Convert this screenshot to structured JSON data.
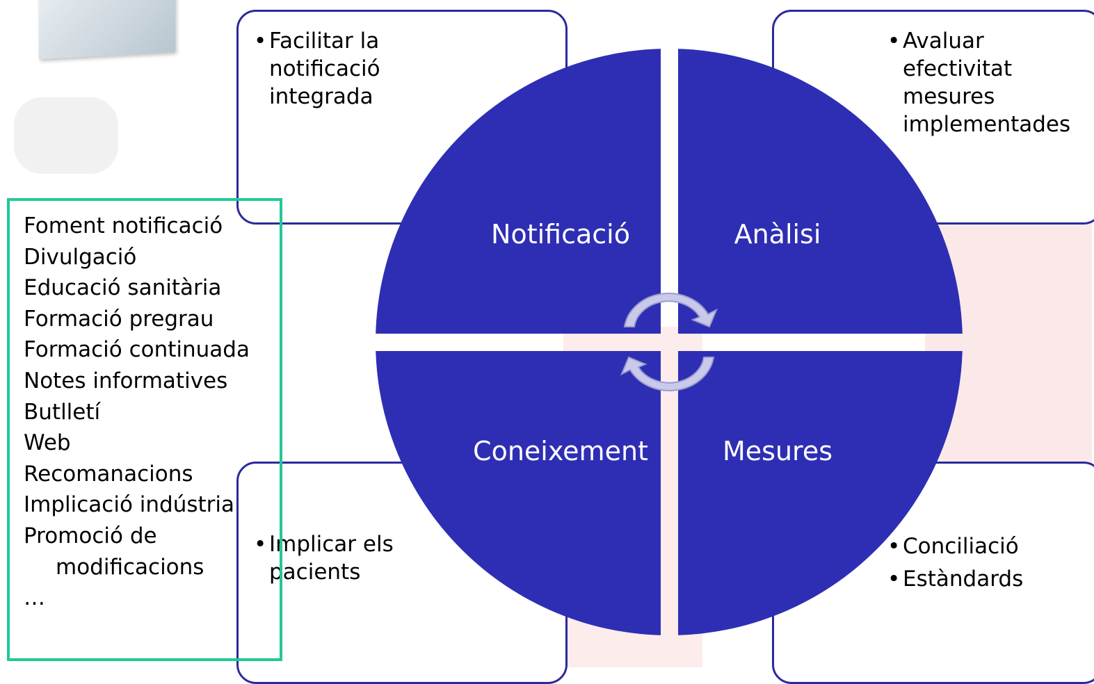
{
  "colors": {
    "circle": "#2e2eb4",
    "box_border": "#2a2a9c",
    "list_border": "#20c997",
    "arrow": "#c9c9ea"
  },
  "quadrants": {
    "top_left": "Notificació",
    "top_right": "Anàlisi",
    "bottom_left": "Coneixement",
    "bottom_right": "Mesures"
  },
  "boxes": {
    "top_left": {
      "bullets": [
        [
          "Facilitar la",
          "notificació",
          "integrada"
        ]
      ]
    },
    "top_right": {
      "bullets": [
        [
          "Avaluar",
          "efectivitat",
          "mesures",
          "implementades"
        ]
      ]
    },
    "bottom_left": {
      "bullets": [
        [
          "Implicar els",
          "pacients"
        ]
      ]
    },
    "bottom_right": {
      "bullets": [
        [
          "Conciliació"
        ],
        [
          "Estàndards"
        ]
      ]
    }
  },
  "list_items": [
    "Foment notificació",
    "Divulgació",
    "Educació sanitària",
    "Formació pregrau",
    "Formació continuada",
    "Notes informatives",
    "Butlletí",
    "Web",
    "Recomanacions",
    "Implicació indústria",
    "Promoció de",
    "modificacions",
    "…"
  ],
  "cycle_arrow_icon": "circular-arrows-icon"
}
